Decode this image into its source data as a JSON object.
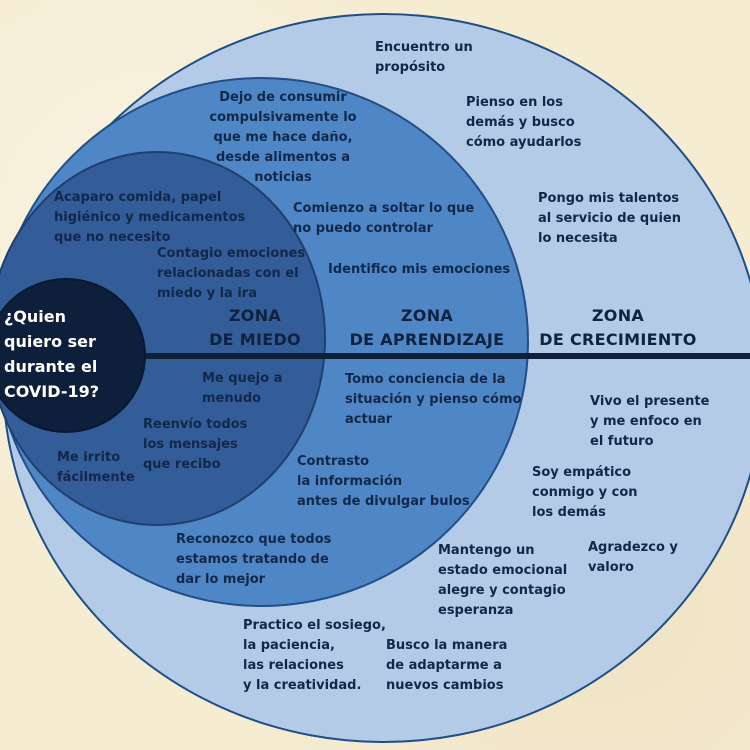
{
  "colors": {
    "background": "#f5ecd2",
    "outer_zone": "#b3cbe6",
    "middle_zone": "#4f86c6",
    "inner_zone": "#335d98",
    "core": "#0e1f3b",
    "text": "#11284a"
  },
  "center": {
    "question": "¿Quien\nquiero ser\ndurante el\nCOVID-19?"
  },
  "zones": {
    "miedo": "ZONA\nDE MIEDO",
    "aprendizaje": "ZONA\nDE APRENDIZAJE",
    "crecimiento": "ZONA\nDE CRECIMIENTO"
  },
  "fear_zone": {
    "items": [
      "Acaparo comida, papel\nhigiénico y medicamentos\nque no necesito",
      "Contagio emociones\nrelacionadas con el\nmiedo y la ira",
      "Me quejo a\nmenudo",
      "Reenvío todos\nlos mensajes\nque recibo",
      "Me irrito\nfácilmente"
    ]
  },
  "learning_zone": {
    "items": [
      "Dejo de consumir\ncompulsivamente lo\nque me hace daño,\ndesde alimentos a\nnoticias",
      "Comienzo a soltar lo que\nno puedo controlar",
      "Identifico mis emociones",
      "Tomo conciencia de la\nsituación y pienso cómo\nactuar",
      "Contrasto\nla información\nantes de divulgar bulos",
      "Reconozco que todos\nestamos tratando de\ndar lo mejor"
    ]
  },
  "growth_zone": {
    "items": [
      "Encuentro un\npropósito",
      "Pienso en los\ndemás y busco\ncómo ayudarlos",
      "Pongo mis talentos\nal servicio de quien\nlo necesita",
      "Vivo el presente\ny me enfoco en\nel futuro",
      "Soy empático\nconmigo y con\nlos demás",
      "Agradezco y\nvaloro",
      "Mantengo un\nestado emocional\nalegre y contagio\nesperanza",
      "Practico el sosiego,\nla paciencia,\nlas relaciones\ny la creatividad.",
      "Busco la manera\nde adaptarme a\nnuevos cambios"
    ]
  }
}
